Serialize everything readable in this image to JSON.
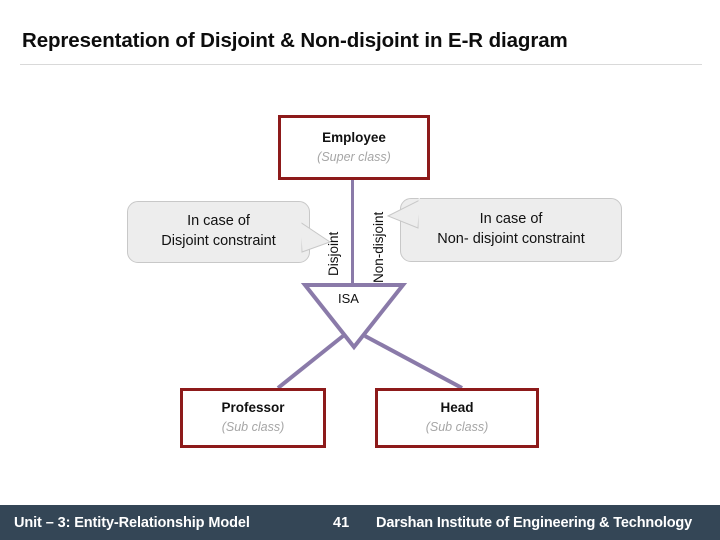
{
  "slide": {
    "title": "Representation of Disjoint & Non-disjoint in E-R diagram",
    "colors": {
      "entity_border": "#8d1a1a",
      "connector": "#8a7aa9",
      "footer_bg": "#344656",
      "sub_label": "#a6a6a6",
      "rule": "#d9d9d9"
    }
  },
  "diagram": {
    "superclass": {
      "name": "Employee",
      "role": "(Super class)"
    },
    "relationship": {
      "label": "ISA"
    },
    "constraint_labels": {
      "left": "Disjoint",
      "right": "Non-disjoint"
    },
    "callouts": {
      "left": {
        "line1": "In case of",
        "line2": "Disjoint constraint"
      },
      "right": {
        "line1": "In case of",
        "line2": "Non- disjoint constraint"
      }
    },
    "subclasses": [
      {
        "name": "Professor",
        "role": "(Sub class)"
      },
      {
        "name": "Head",
        "role": "(Sub class)"
      }
    ]
  },
  "footer": {
    "unit": "Unit – 3: Entity-Relationship Model",
    "page": "41",
    "organization": "Darshan Institute of Engineering & Technology"
  }
}
